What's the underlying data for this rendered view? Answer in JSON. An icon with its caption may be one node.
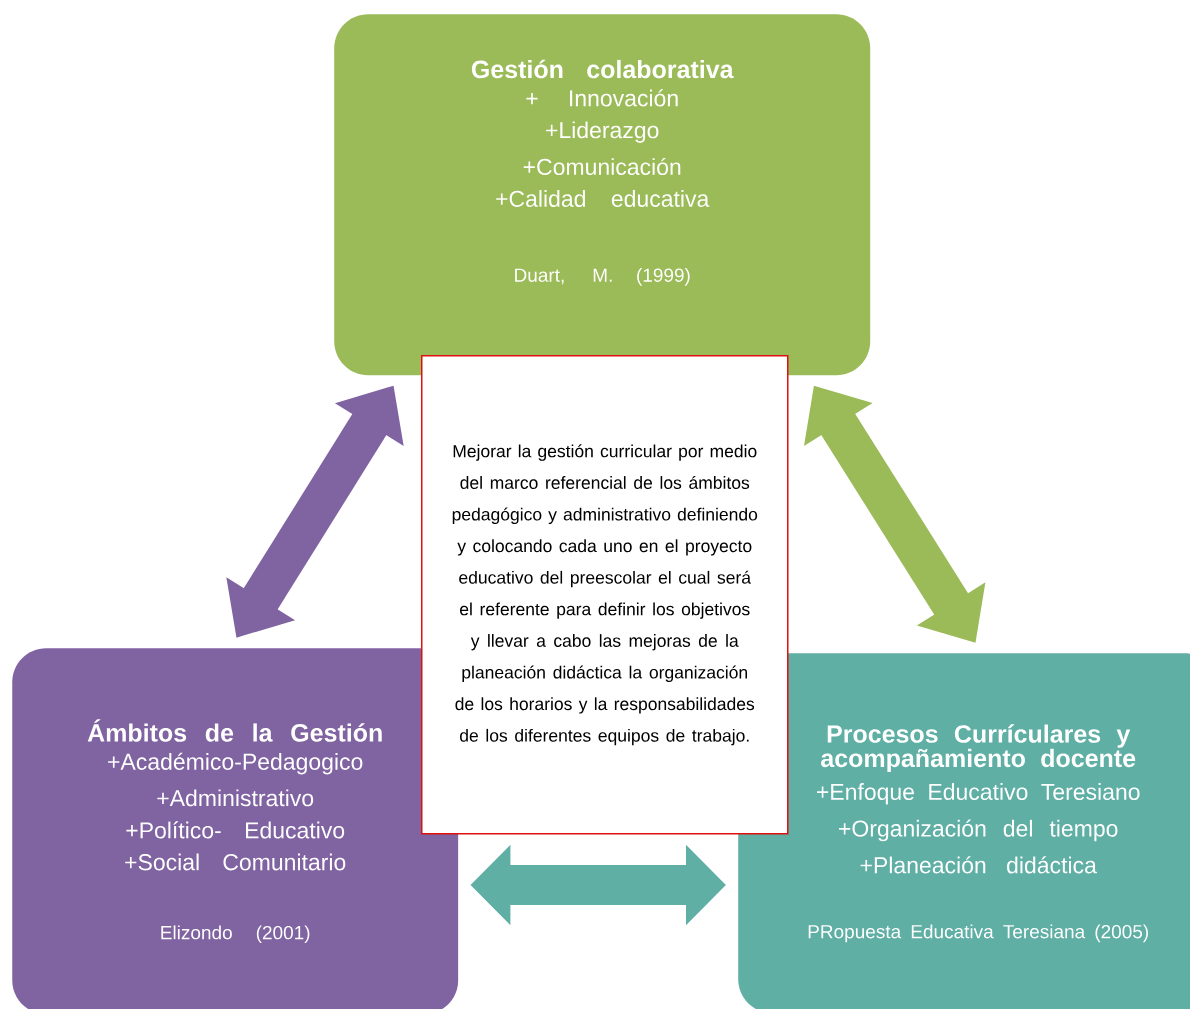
{
  "diagram": {
    "nodes": [
      {
        "text": [
          "Gestión colaborativa",
          "+ Innovación",
          "+Liderazgo",
          "+Comunicación",
          "+Calidad educativa",
          "Duart, M. (1999)"
        ]
      },
      {
        "text": [
          "Ámbitos de la Gestión",
          "+Académico-Pedagogico",
          "+Administrativo",
          "+Político- Educativo",
          "+Social Comunitario",
          "Elizondo (2001)"
        ]
      },
      {
        "text": [
          "Procesos Currículares y acompañamiento docente",
          "+Enfoque Educativo Teresiano",
          "+Organización del tiempo",
          "+Planeación didáctica",
          "PRopuesta Educativa Teresiana (2005)"
        ]
      },
      {
        "text": [
          "Mejorar la gestión curricular por medio del marco referencial de los ámbitos pedagógico y administrativo definiendo y colocando cada uno en el proyecto educativo del preescolar el cual será el referente para definir los objetivos y llevar a cabo las mejoras de la planeación didáctica la organización de los horarios y la responsabilidades de los diferentes equipos de trabajo."
        ]
      }
    ],
    "edges": [
      {
        "from": 1,
        "to": 0,
        "arrow": "both",
        "color": "#8064a2"
      },
      {
        "from": 0,
        "to": 2,
        "arrow": "both",
        "color": "#9bbb59"
      },
      {
        "from": 1,
        "to": 2,
        "arrow": "both",
        "color": "#5fafa5"
      }
    ]
  }
}
